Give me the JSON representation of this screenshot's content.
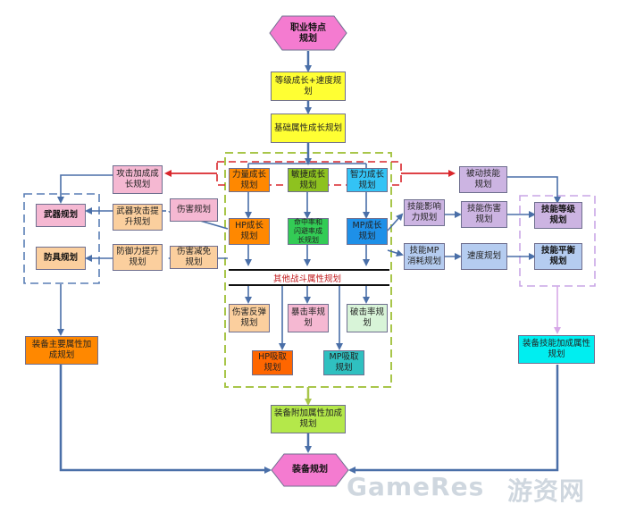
{
  "nodes": {
    "top": "职业特点规划",
    "level": "等级成长+速度规划",
    "base": "基础属性成长规划",
    "str": "力量成长规划",
    "agi": "敏捷成长规划",
    "int": "智力成长规划",
    "hp": "HP成长规划",
    "hit": "命中率和闪避率成长规划",
    "mp": "MP成长规划",
    "other": "其他战斗属性规划",
    "reflect": "伤害反弹规划",
    "crit": "暴击率规划",
    "break": "破击率规划",
    "hpabs": "HP吸取规划",
    "mpabs": "MP吸取规划",
    "atkadd": "攻击加成成长规划",
    "wpnatk": "武器攻击提升规划",
    "defup": "防御力提升规划",
    "dmg": "伤害规划",
    "dmgred": "伤害减免规划",
    "weapon": "武器规划",
    "armor": "防具规划",
    "equipmain": "装备主要属性加成规划",
    "passive": "被动技能规划",
    "skillinf": "技能影响力规划",
    "skilldmg": "技能伤害规划",
    "skillmp": "技能MP消耗规划",
    "speed": "速度规划",
    "skilllv": "技能等级规划",
    "skillbal": "技能平衡规划",
    "equipskill": "装备技能加成属性规划",
    "equipextra": "装备附加属性加成规划",
    "equip": "装备规划"
  },
  "watermark": {
    "latin": "GameRes",
    "cn": "游资网"
  },
  "colors": {
    "pink": "#f47bd0",
    "yellow": "#ffff33",
    "orange": "#ff8800",
    "green": "#8ec21f",
    "cyan": "#33c3f5",
    "peach": "#fbcf9e",
    "lightpink": "#f5b8d2",
    "lavender": "#ccb4e2",
    "blue": "#b5ccf0",
    "arrow": "#5a7fb5",
    "red": "#d9262b",
    "dashgreen": "#a8c64a"
  }
}
